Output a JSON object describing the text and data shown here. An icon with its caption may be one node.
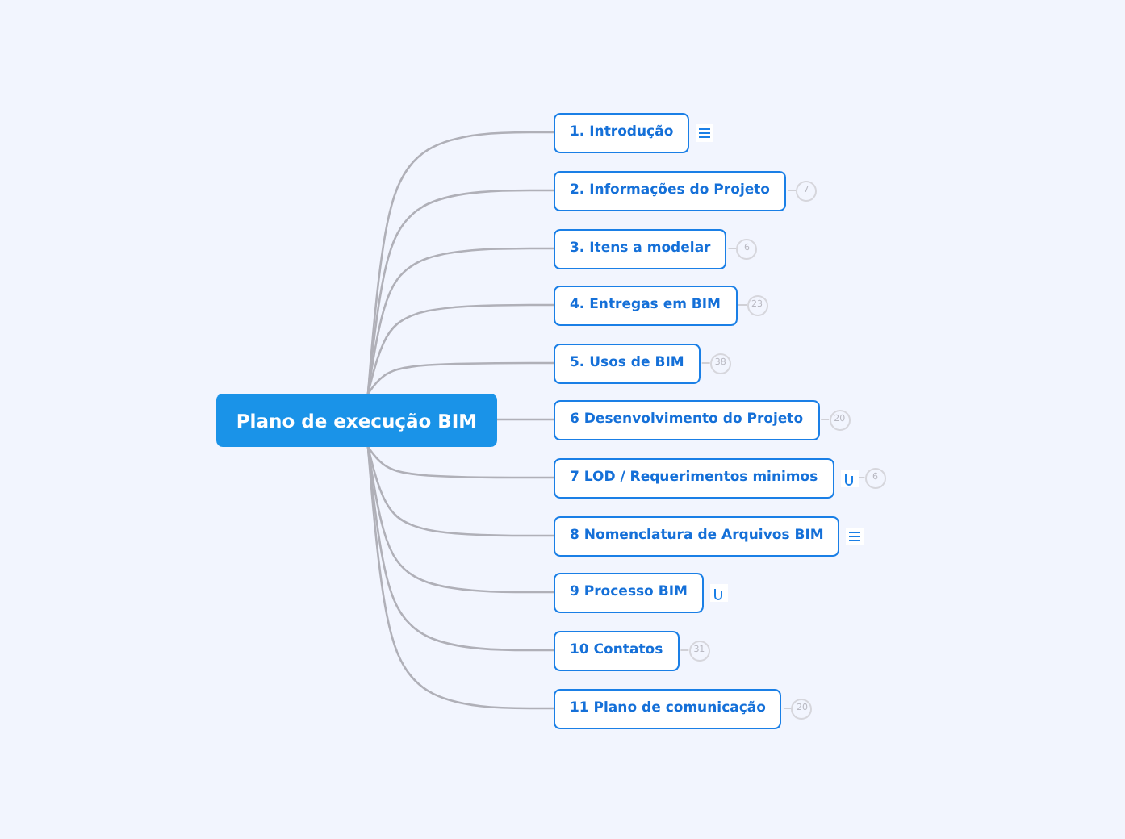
{
  "diagram": {
    "nodes": [
      {
        "text": [
          "Plano de execução BIM"
        ]
      },
      {
        "text": [
          "1. Introdução"
        ]
      },
      {
        "text": [
          "2. Informações do Projeto"
        ],
        "beside": [
          "7"
        ]
      },
      {
        "text": [
          "3. Itens a modelar"
        ],
        "beside": [
          "6"
        ]
      },
      {
        "text": [
          "4. Entregas em BIM"
        ],
        "beside": [
          "23"
        ]
      },
      {
        "text": [
          "5. Usos de BIM"
        ],
        "beside": [
          "38"
        ]
      },
      {
        "text": [
          "6 Desenvolvimento do Projeto"
        ],
        "beside": [
          "20"
        ]
      },
      {
        "text": [
          "7 LOD / Requerimentos minimos"
        ]
      },
      {
        "text": [
          "8 Nomenclatura de Arquivos BIM"
        ]
      },
      {
        "text": [
          "9 Processo BIM"
        ]
      },
      {
        "text": [
          "10 Contatos"
        ],
        "beside": [
          "31"
        ]
      },
      {
        "text": [
          "11 Plano de comunicação"
        ],
        "beside": [
          "20"
        ]
      }
    ],
    "edges": [
      {
        "from": 0,
        "to": 1,
        "arrow": "none"
      },
      {
        "from": 0,
        "to": 2,
        "arrow": "none"
      },
      {
        "from": 0,
        "to": 3,
        "arrow": "none"
      },
      {
        "from": 0,
        "to": 4,
        "arrow": "none"
      },
      {
        "from": 0,
        "to": 5,
        "arrow": "none"
      },
      {
        "from": 0,
        "to": 6,
        "arrow": "none"
      },
      {
        "from": 0,
        "to": 7,
        "arrow": "none"
      },
      {
        "from": 0,
        "to": 8,
        "arrow": "none"
      },
      {
        "from": 0,
        "to": 9,
        "arrow": "none"
      },
      {
        "from": 0,
        "to": 10,
        "arrow": "none"
      },
      {
        "from": 0,
        "to": 11,
        "arrow": "none"
      }
    ],
    "labels": [
      "6"
    ]
  }
}
